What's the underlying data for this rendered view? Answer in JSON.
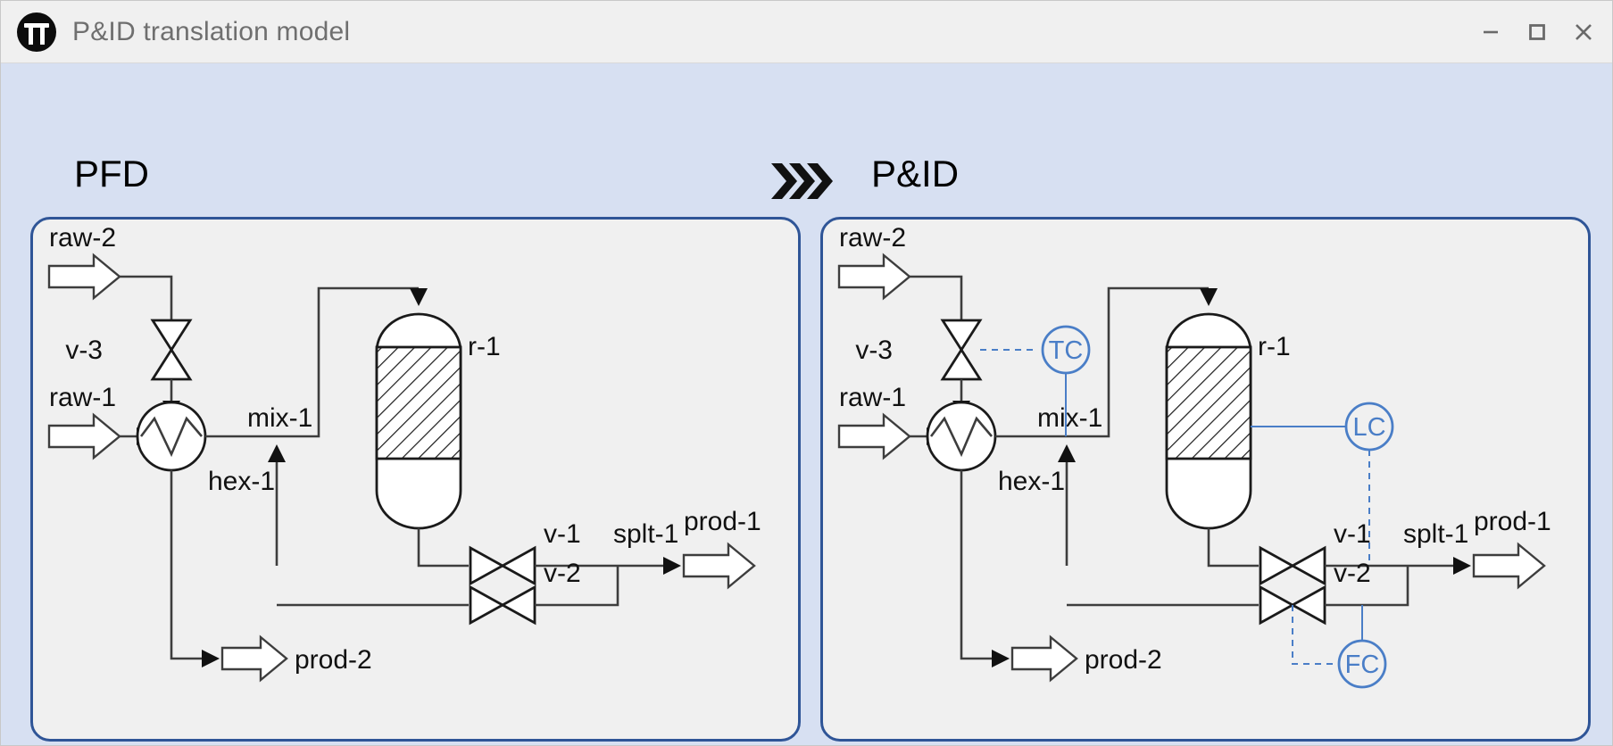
{
  "window": {
    "title": "P&ID translation model",
    "logo_icon": "pi-logo-icon",
    "controls": {
      "minimize_icon": "minimize-icon",
      "maximize_icon": "maximize-icon",
      "close_icon": "close-icon"
    }
  },
  "colors": {
    "canvas_background": "#d7e0f2",
    "titlebar_background": "#f0f0f0",
    "panel_background": "#f0f0f0",
    "panel_border": "#2f5597",
    "title_text": "#6f6f6f",
    "pipe": "#3d3d3d",
    "equipment_outline": "#1a1a1a",
    "controller_blue": "#4a7ec7"
  },
  "headings": {
    "left": "PFD",
    "right": "P&ID",
    "transform_arrow_icon": "triple-chevron-right-icon"
  },
  "pfd": {
    "panel_name": "PFD flowsheet",
    "streams": {
      "raw_2": "raw-2",
      "raw_1": "raw-1",
      "prod_1": "prod-1",
      "prod_2": "prod-2"
    },
    "equipment": {
      "v3": "v-3",
      "hex1": "hex-1",
      "mix1": "mix-1",
      "r1": "r-1",
      "v1": "v-1",
      "v2": "v-2",
      "splt1": "splt-1"
    }
  },
  "pid": {
    "panel_name": "P&ID flowsheet",
    "streams": {
      "raw_2": "raw-2",
      "raw_1": "raw-1",
      "prod_1": "prod-1",
      "prod_2": "prod-2"
    },
    "equipment": {
      "v3": "v-3",
      "hex1": "hex-1",
      "mix1": "mix-1",
      "r1": "r-1",
      "v1": "v-1",
      "v2": "v-2",
      "splt1": "splt-1"
    },
    "controllers": {
      "tc": "TC",
      "lc": "LC",
      "fc": "FC"
    }
  }
}
